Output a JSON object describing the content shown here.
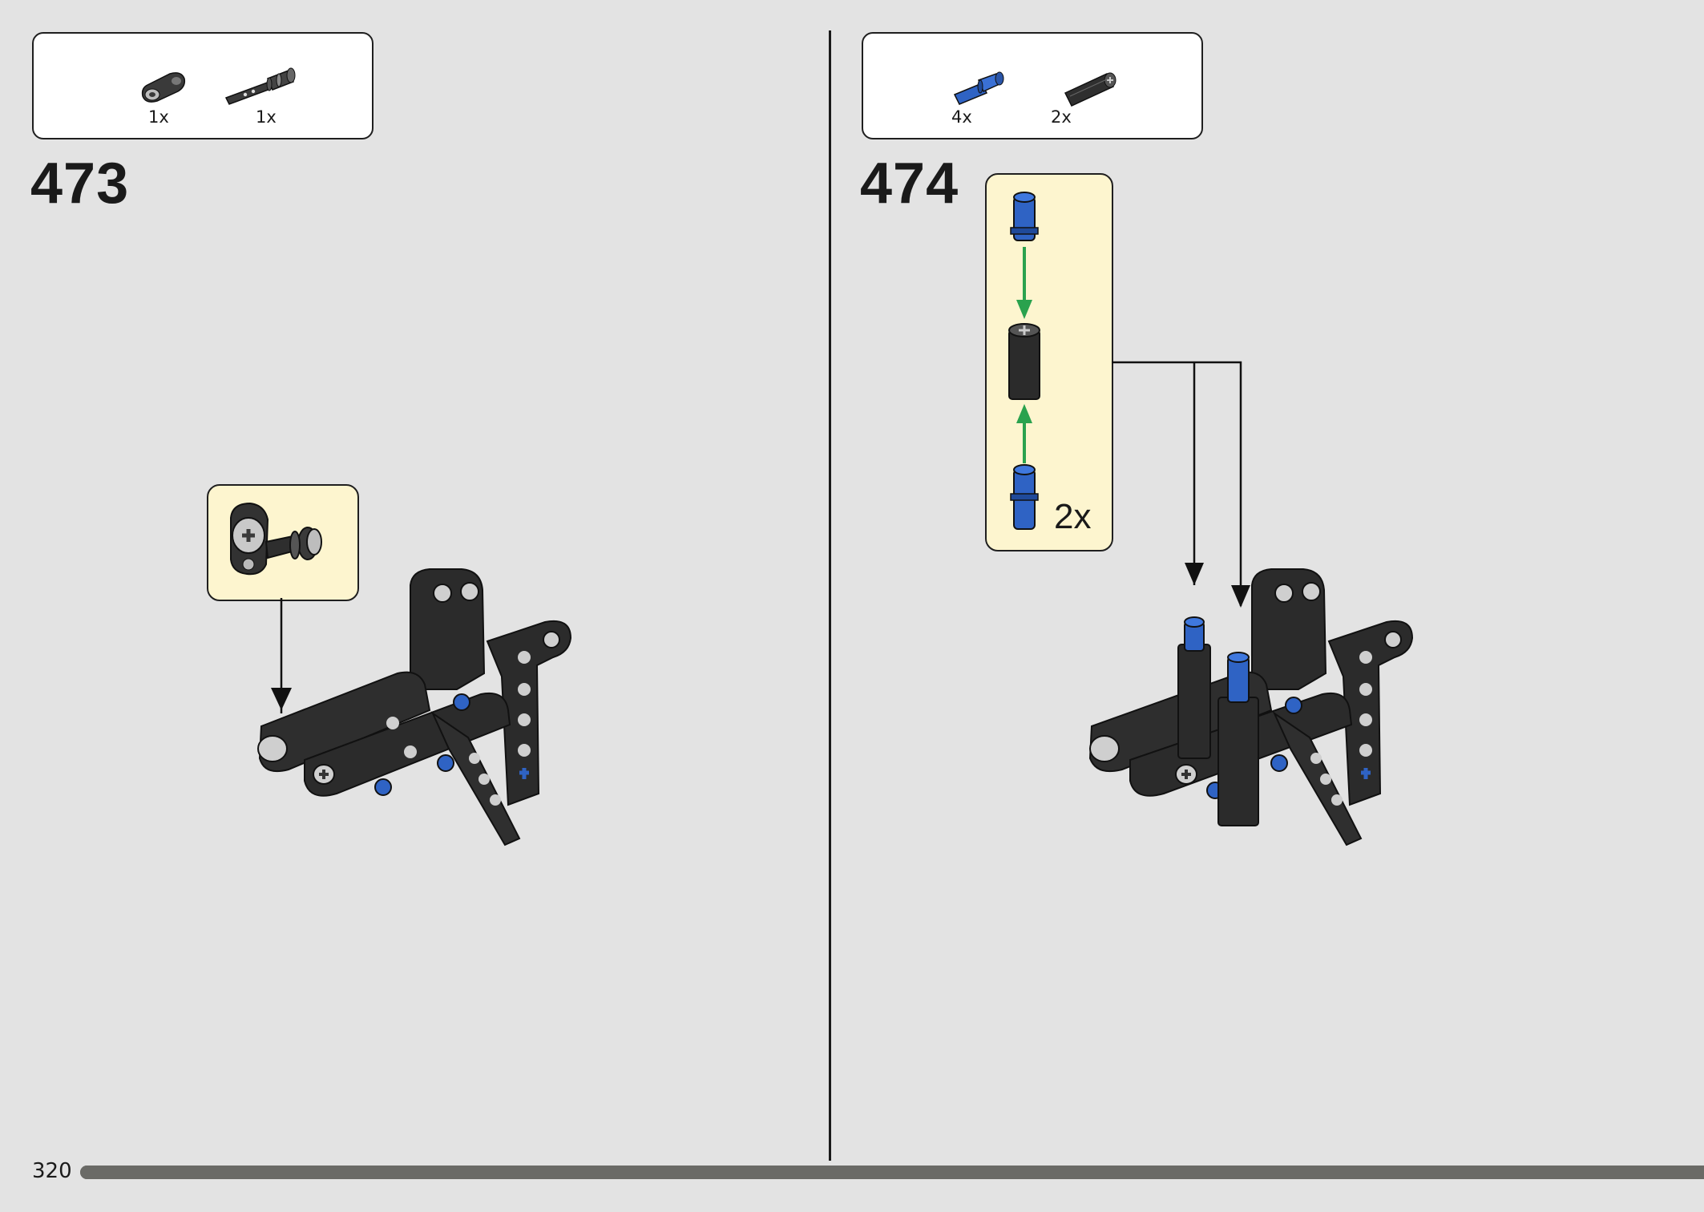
{
  "page": {
    "number": "320",
    "progress": 1.0
  },
  "colors": {
    "background": "#e3e3e3",
    "callout_fill": "#fdf5cf",
    "beam_black": "#2b2b2b",
    "pin_blue": "#2f63c4",
    "arrow_green": "#2aa24e",
    "progress_bar": "#6a6a66"
  },
  "steps": [
    {
      "number": "473",
      "parts": [
        {
          "qty": "1x",
          "icon": "black-connector-icon"
        },
        {
          "qty": "1x",
          "icon": "black-axle-pin-icon"
        }
      ],
      "callout": {
        "icon": "connector-with-axle-pin-icon"
      }
    },
    {
      "number": "474",
      "parts": [
        {
          "qty": "4x",
          "icon": "blue-pin-icon"
        },
        {
          "qty": "2x",
          "icon": "black-axle-connector-icon"
        }
      ],
      "callout": {
        "multiplier": "2x",
        "icon": "pin-stack-subassembly-icon"
      }
    }
  ]
}
